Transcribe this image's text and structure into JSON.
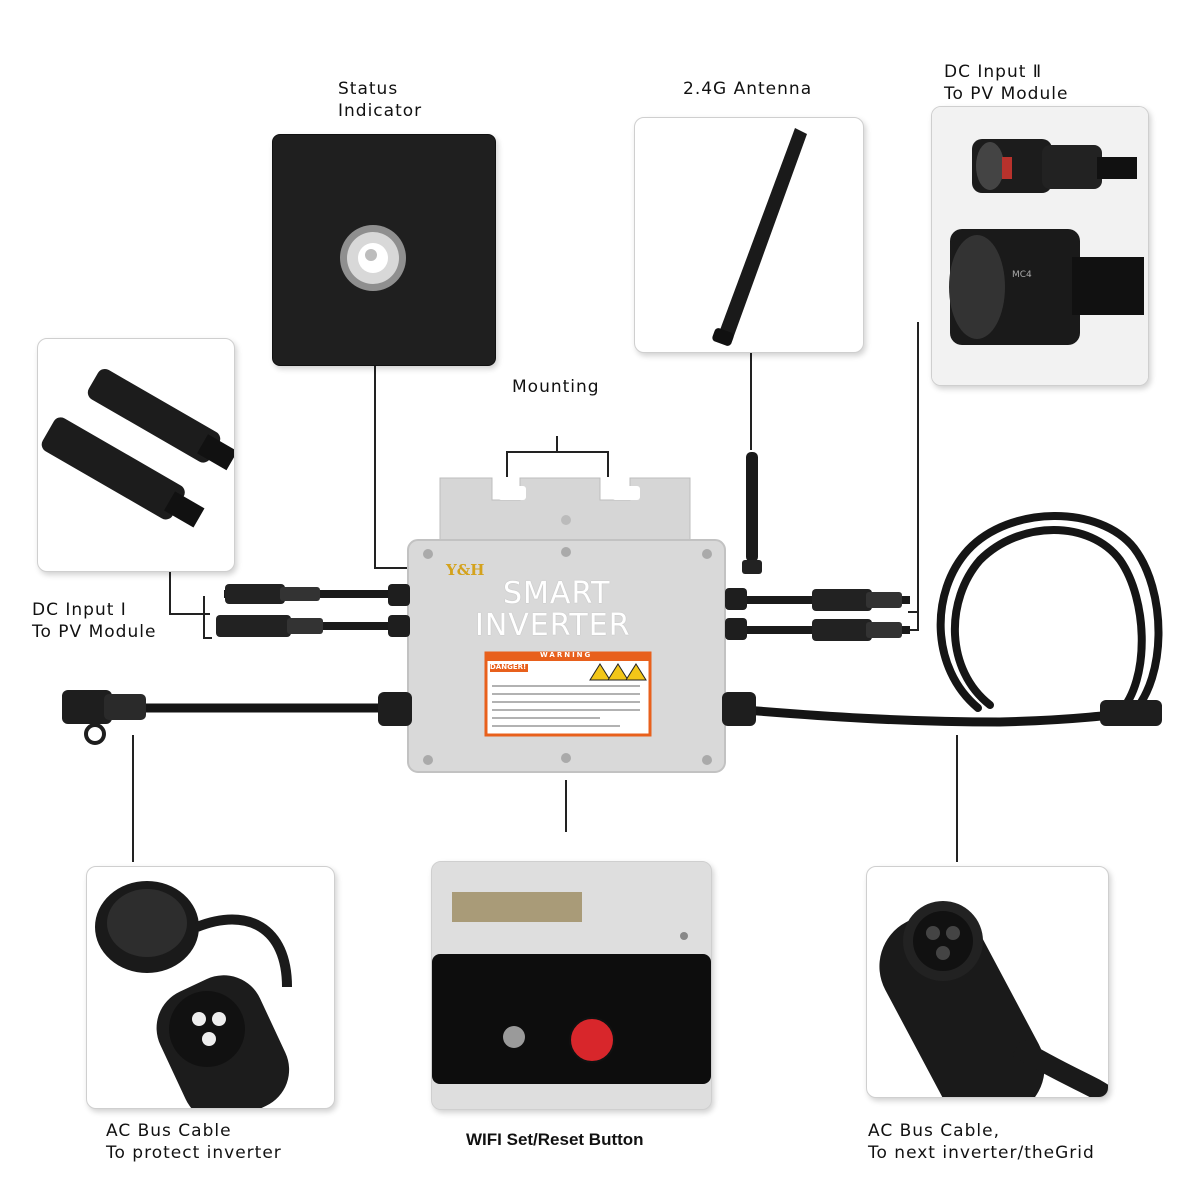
{
  "labels": {
    "status_indicator": [
      "Status",
      "Indicator"
    ],
    "antenna": "2.4G Antenna",
    "dc_input_2": [
      "DC Input Ⅱ",
      "To PV Module"
    ],
    "dc_input_1": [
      "DC Input Ⅰ",
      "To PV Module"
    ],
    "mounting": "Mounting",
    "ac_bus_protect": [
      "AC Bus Cable",
      "To protect inverter"
    ],
    "wifi_reset": "WIFI Set/Reset Button",
    "ac_bus_next": [
      "AC Bus Cable,",
      "To next inverter/theGrid"
    ]
  },
  "inverter": {
    "brand": "Y&H",
    "title_line1": "SMART",
    "title_line2": "INVERTER",
    "warning_header": "WARNING",
    "danger_text": "DANGER!"
  },
  "colors": {
    "inverter_body": "#d9d9d9",
    "cable": "#1a1a1a",
    "warning_orange": "#e8601c",
    "reset_button": "#d8262b",
    "brand_gold": "#d4a21c"
  }
}
